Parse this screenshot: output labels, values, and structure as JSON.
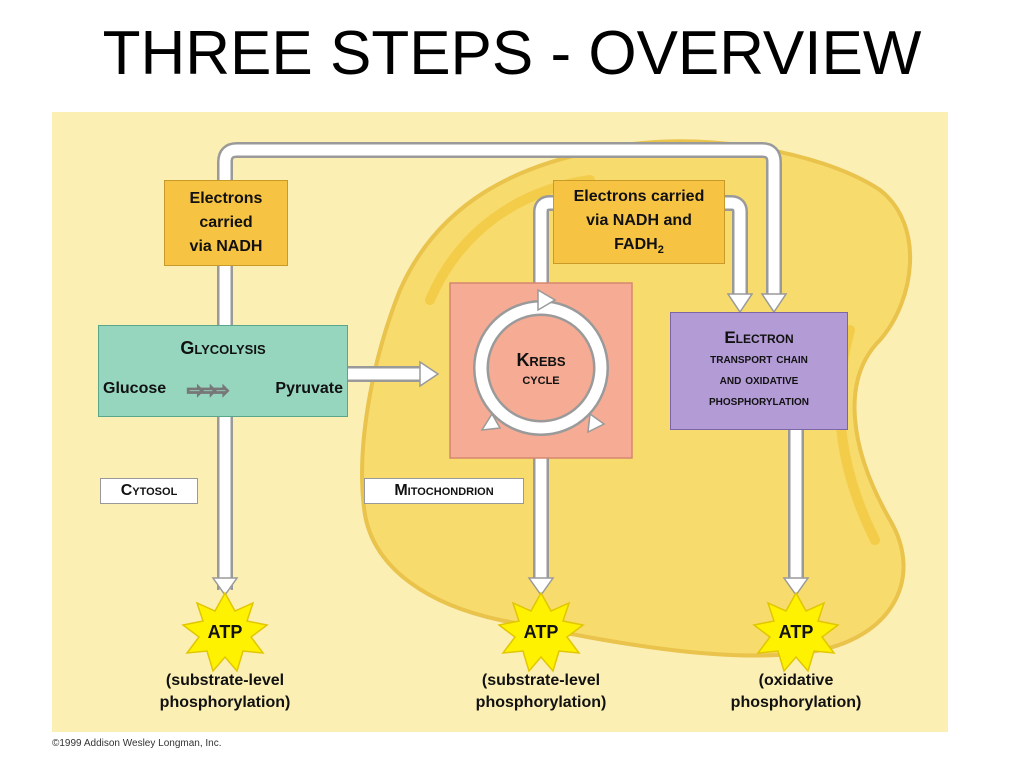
{
  "title": "THREE STEPS - OVERVIEW",
  "nodes": {
    "electrons_nadh": [
      "Electrons",
      "carried",
      "via NADH"
    ],
    "electrons_nadh_fadh2": [
      "Electrons carried",
      "via NADH and",
      "FADH",
      "2"
    ],
    "glycolysis": {
      "heading": "Glycolysis",
      "glucose": "Glucose",
      "pyruvate": "Pyruvate"
    },
    "krebs": [
      "Krebs",
      "cycle"
    ],
    "etc": [
      "Electron",
      "transport chain",
      "and oxidative",
      "phosphorylation"
    ],
    "cytosol": "Cytosol",
    "mitochondrion": "Mitochondrion"
  },
  "outputs": [
    {
      "atp": "ATP",
      "line1": "(substrate-level",
      "line2": "phosphorylation)"
    },
    {
      "atp": "ATP",
      "line1": "(substrate-level",
      "line2": "phosphorylation)"
    },
    {
      "atp": "ATP",
      "line1": "(oxidative",
      "line2": "phosphorylation)"
    }
  ],
  "copyright": "©1999 Addison Wesley Longman, Inc.",
  "colors": {
    "background_panel": "#fbefb4",
    "mitochondrion": "#f7db6c",
    "mitochondrion_edge": "#e9c34b",
    "glycolysis_box": "#96d6bf",
    "krebs_box": "#f5ab94",
    "etc_box": "#b39bd6",
    "electron_box": "#f7c343",
    "atp_star": "#fff200"
  }
}
